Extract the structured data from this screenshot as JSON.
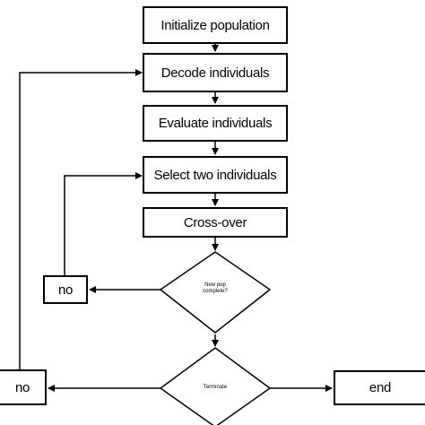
{
  "flowchart": {
    "steps": [
      "Initialize population",
      "Decode individuals",
      "Evaluate individuals",
      "Select two individuals",
      "Cross-over"
    ],
    "decision_pop": "New pop complete?",
    "decision_term": "Terminate",
    "no_inner": "no",
    "no_outer": "no",
    "end": "end"
  }
}
